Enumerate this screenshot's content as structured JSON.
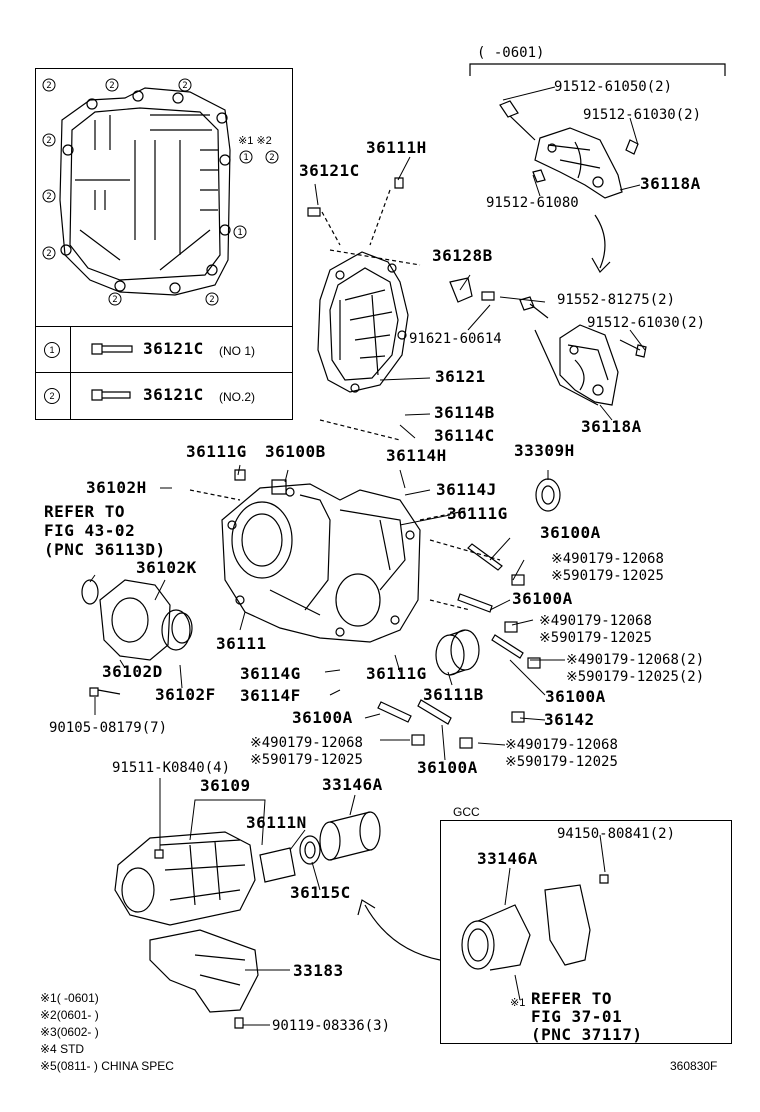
{
  "header": {
    "range": "(      -0601)"
  },
  "inset": {
    "callout_marks": "※1 ※2",
    "rows": [
      {
        "num": "1",
        "label": "36121C",
        "note": "(NO 1)"
      },
      {
        "num": "2",
        "label": "36121C",
        "note": "(NO.2)"
      }
    ]
  },
  "gcc": {
    "title": "GCC"
  },
  "labels": {
    "p91512_61050": "91512-61050(2)",
    "p91512_61030a": "91512-61030(2)",
    "p36118A_a": "36118A",
    "p91512_61080": "91512-61080",
    "p36111H": "36111H",
    "p36121C": "36121C",
    "p36128B": "36128B",
    "p91552_81275": "91552-81275(2)",
    "p91512_61030b": "91512-61030(2)",
    "p91621_60614": "91621-60614",
    "p36121": "36121",
    "p36118A_b": "36118A",
    "p36114B": "36114B",
    "p36114C": "36114C",
    "p36111G_a": "36111G",
    "p36100B": "36100B",
    "p36114H": "36114H",
    "p33309H": "33309H",
    "p36102H": "36102H",
    "p36114J": "36114J",
    "p36111G_b": "36111G",
    "refer1_l1": "REFER TO",
    "refer1_l2": "FIG 43-02",
    "refer1_l3": "(PNC 36113D)",
    "p36100A_a": "36100A",
    "n4_90179_a": "※490179-12068",
    "n5_90179_a": "※590179-12025",
    "p36102K": "36102K",
    "p36100A_b": "36100A",
    "n4_90179_b": "※490179-12068",
    "n5_90179_b": "※590179-12025",
    "p36111": "36111",
    "n4_90179_c": "※490179-12068(2)",
    "n5_90179_c": "※590179-12025(2)",
    "p36114G": "36114G",
    "p36111G_c": "36111G",
    "p36102D": "36102D",
    "p36114F": "36114F",
    "p36111B": "36111B",
    "p36102F": "36102F",
    "p36100A_c": "36100A",
    "p90105_08179": "90105-08179(7)",
    "p36100A_d": "36100A",
    "p36142": "36142",
    "n4_90179_d": "※490179-12068",
    "n5_90179_d": "※590179-12025",
    "n4_90179_e": "※490179-12068",
    "n5_90179_e": "※590179-12025",
    "p36100A_e": "36100A",
    "p91511_K0840": "91511-K0840(4)",
    "p36109": "36109",
    "p33146A_a": "33146A",
    "p36111N": "36111N",
    "p94150_80841": "94150-80841(2)",
    "p33146A_b": "33146A",
    "p36115C": "36115C",
    "p33183": "33183",
    "p90119_08336": "90119-08336(3)",
    "refer2_l1": "REFER TO",
    "refer2_l2": "FIG 37-01",
    "refer2_l3": "(PNC 37117)",
    "refer2_mark": "※1"
  },
  "footnotes": [
    "※1(     -0601)",
    "※2(0601-     )",
    "※3(0602-     )",
    "※4 STD",
    "※5(0811-        ) CHINA SPEC"
  ],
  "figure_code": "360830F"
}
